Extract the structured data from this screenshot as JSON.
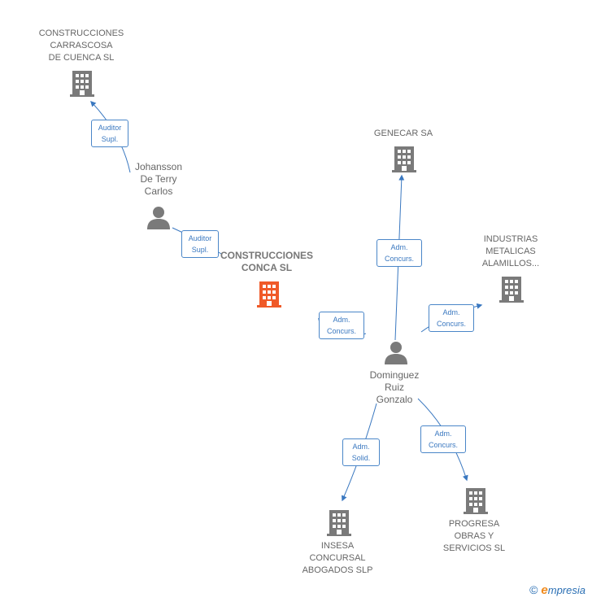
{
  "nodes": {
    "carrascosa": {
      "label": "CONSTRUCCIONES\nCARRASCOSA\nDE CUENCA SL",
      "icon": "building-icon"
    },
    "genecar": {
      "label": "GENECAR SA",
      "icon": "building-icon"
    },
    "johansson": {
      "label": "Johansson\nDe Terry\nCarlos",
      "icon": "person-icon"
    },
    "conca": {
      "label": "CONSTRUCCIONES\nCONCA SL",
      "icon": "building-icon",
      "color": "#f05a28"
    },
    "industrias": {
      "label": "INDUSTRIAS\nMETALICAS\nALAMILLOS...",
      "icon": "building-icon"
    },
    "dominguez": {
      "label": "Dominguez\nRuiz\nGonzalo",
      "icon": "person-icon"
    },
    "insesa": {
      "label": "INSESA\nCONCURSAL\nABOGADOS SLP",
      "icon": "building-icon"
    },
    "progresa": {
      "label": "PROGRESA\nOBRAS Y\nSERVICIOS SL",
      "icon": "building-icon"
    }
  },
  "edges": [
    {
      "id": "e1",
      "label": "Auditor\nSupl."
    },
    {
      "id": "e2",
      "label": "Auditor\nSupl."
    },
    {
      "id": "e3",
      "label": "Adm.\nConcurs."
    },
    {
      "id": "e4",
      "label": "Adm.\nConcurs."
    },
    {
      "id": "e5",
      "label": "Adm.\nConcurs."
    },
    {
      "id": "e6",
      "label": "Adm.\nSolid."
    },
    {
      "id": "e7",
      "label": "Adm.\nConcurs."
    }
  ],
  "colors": {
    "edge": "#3a78c0",
    "building": "#7a7a7a",
    "highlight": "#f05a28",
    "person": "#7a7a7a"
  },
  "footer": {
    "copyright": "©",
    "brand_initial": "e",
    "brand_rest": "mpresia"
  }
}
